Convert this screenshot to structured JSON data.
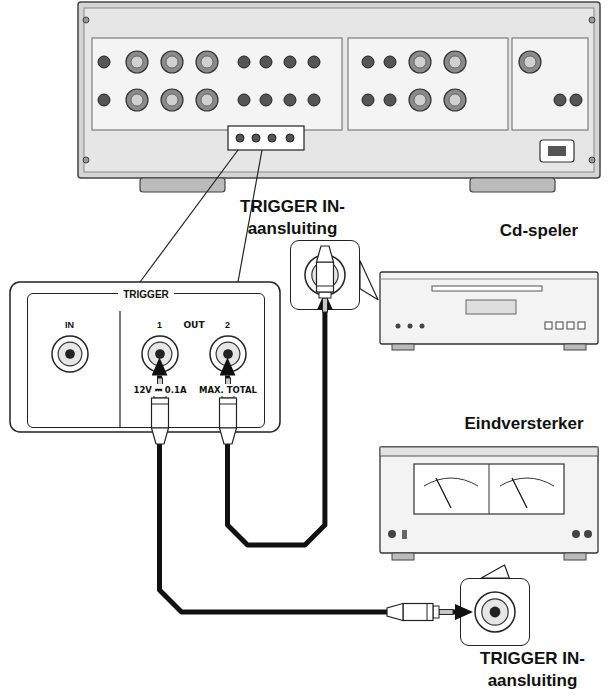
{
  "diagram": {
    "nodes": [
      {
        "text": [
          "TRIGGER"
        ]
      },
      {
        "text": [
          "IN"
        ],
        "in": 0
      },
      {
        "text": [
          "1"
        ],
        "in": 0
      },
      {
        "text": [
          "2"
        ],
        "in": 0
      },
      {
        "text": [
          "TRIGGER IN-aansluiting"
        ]
      },
      {
        "text": [
          "Cd-speler"
        ]
      },
      {
        "text": [
          "Eindversterker"
        ]
      },
      {
        "text": [
          "TRIGGER IN-aansluiting"
        ]
      }
    ],
    "edges": [
      {
        "from": 2,
        "to": 7,
        "arrow": "both"
      },
      {
        "from": 3,
        "to": 4,
        "arrow": "both"
      },
      {
        "from": 4,
        "to": 5,
        "arrow": "none"
      },
      {
        "from": 7,
        "to": 6,
        "arrow": "none"
      }
    ],
    "labels": [
      "OUT",
      "12V ⎓ 0.1A",
      "MAX. TOTAL"
    ]
  }
}
